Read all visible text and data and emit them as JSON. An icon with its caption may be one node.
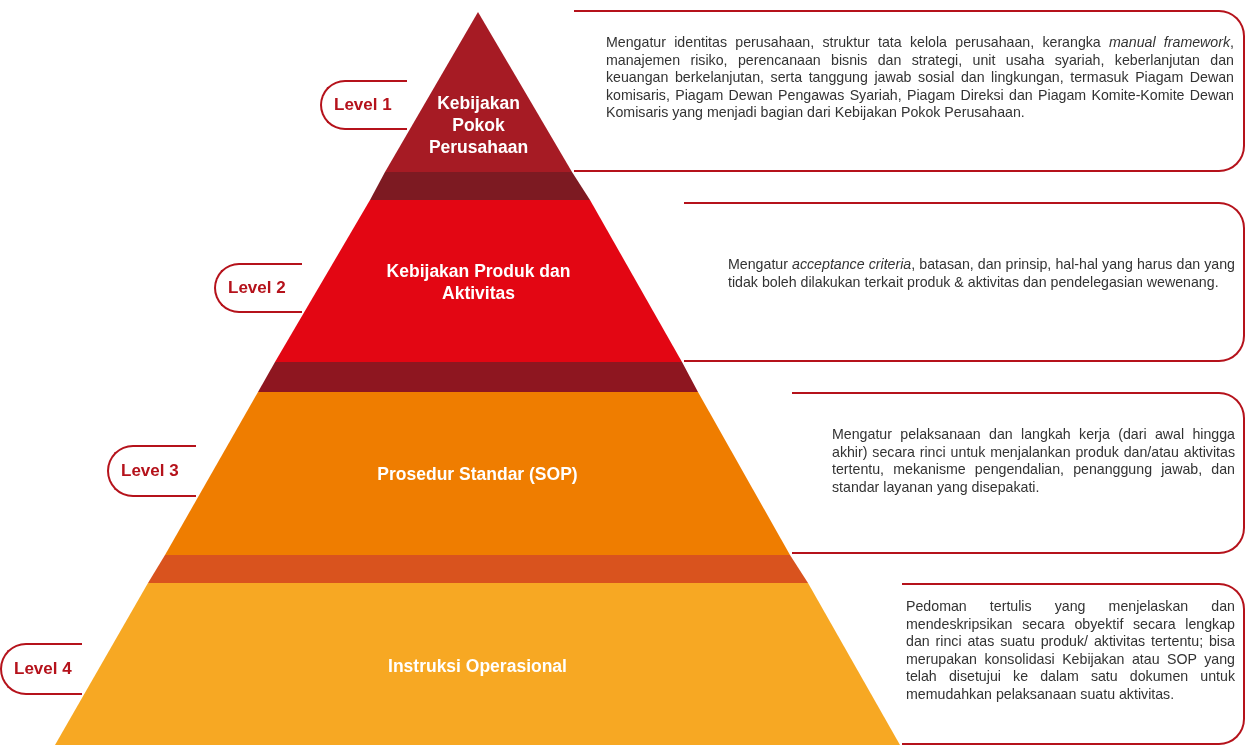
{
  "diagram": {
    "nodes": [
      {
        "text": [
          "Level 1"
        ]
      },
      {
        "text": [
          "Kebijakan Pokok Perusahaan"
        ]
      },
      {
        "text": [
          "Mengatur identitas perusahaan, struktur tata kelola perusahaan, kerangka *manual framework*, manajemen risiko, perencanaan bisnis dan strategi, unit usaha syariah, keberlanjutan dan keuangan berkelanjutan, serta tanggung jawab sosial dan lingkungan, termasuk Piagam Dewan komisaris, Piagam Dewan Pengawas Syariah, Piagam Direksi dan Piagam Komite-Komite Dewan Komisaris yang menjadi bagian dari Kebijakan Pokok Perusahaan."
        ]
      },
      {
        "text": [
          "Level 2"
        ]
      },
      {
        "text": [
          "Kebijakan Produk dan Aktivitas"
        ]
      },
      {
        "text": [
          "Mengatur *acceptance criteria*, batasan, dan prinsip, hal-hal yang harus dan yang tidak boleh dilakukan terkait produk & aktivitas dan pendelegasian wewenang."
        ]
      },
      {
        "text": [
          "Level 3"
        ]
      },
      {
        "text": [
          "Prosedur Standar (SOP)"
        ]
      },
      {
        "text": [
          "Mengatur pelaksanaan dan langkah kerja (dari awal hingga akhir) secara rinci untuk menjalankan produk dan/atau aktivitas tertentu, mekanisme pengendalian, penanggung jawab, dan standar layanan yang disepakati."
        ]
      },
      {
        "text": [
          "Level 4"
        ]
      },
      {
        "text": [
          "Instruksi Operasional"
        ]
      },
      {
        "text": [
          "Pedoman tertulis yang menjelaskan dan mendeskripsikan secara obyektif secara lengkap dan rinci atas suatu produk/ aktivitas tertentu; bisa merupakan konsolidasi Kebijakan atau SOP yang telah disetujui ke dalam satu dokumen untuk memudahkan pelaksanaan suatu aktivitas."
        ]
      }
    ],
    "edges": []
  }
}
